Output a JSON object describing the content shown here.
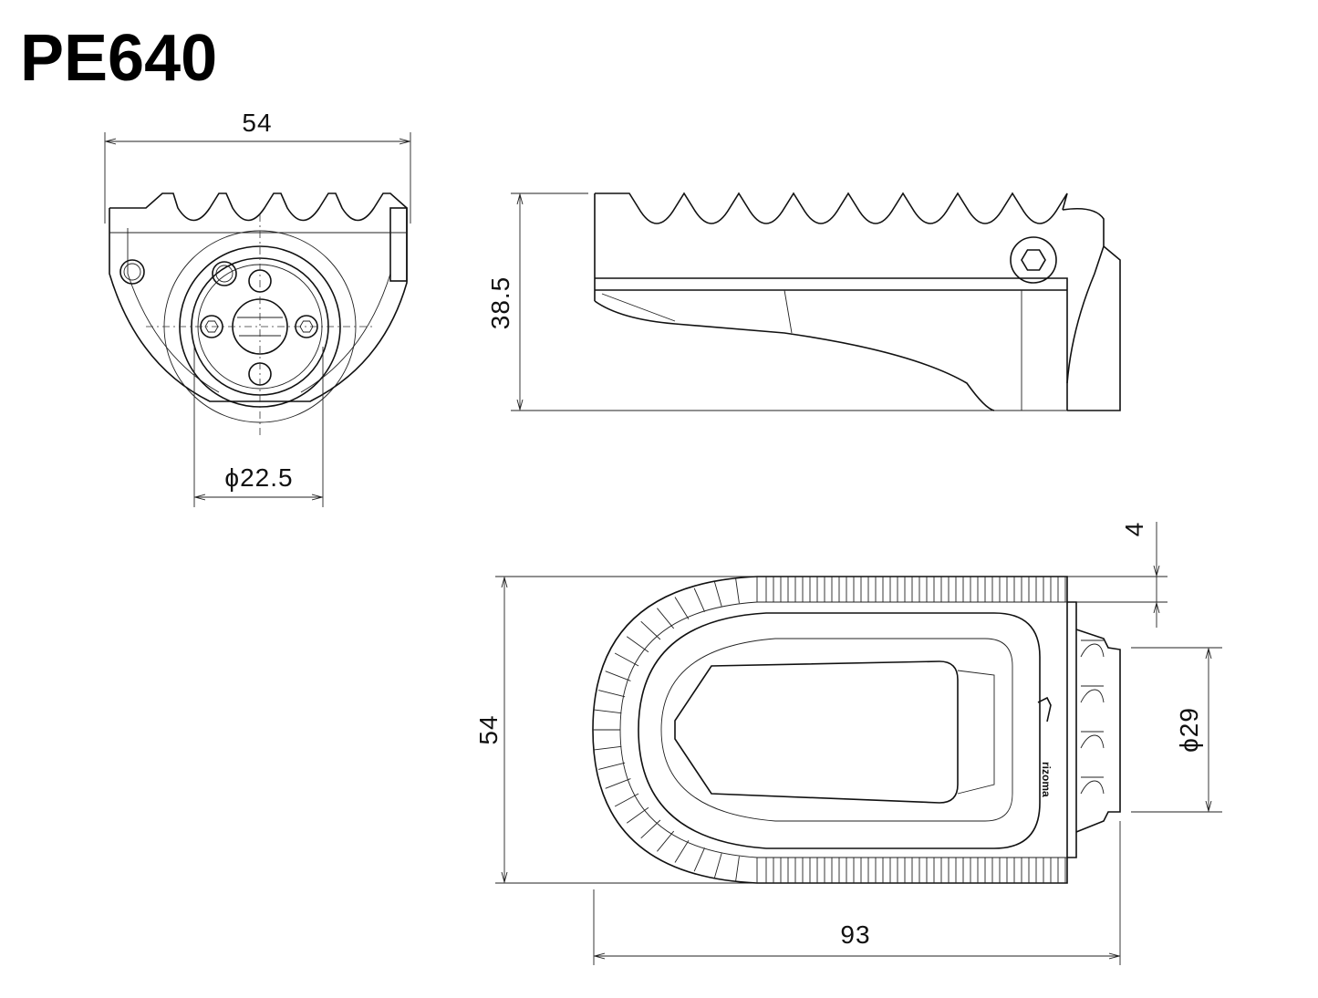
{
  "title": "PE640",
  "dimensions": {
    "front_width": "54",
    "front_bore": "ϕ22.5",
    "side_height": "38.5",
    "top_width": "54",
    "top_length": "93",
    "top_offset": "4",
    "top_diameter": "ϕ29"
  },
  "logo": "rizoma"
}
